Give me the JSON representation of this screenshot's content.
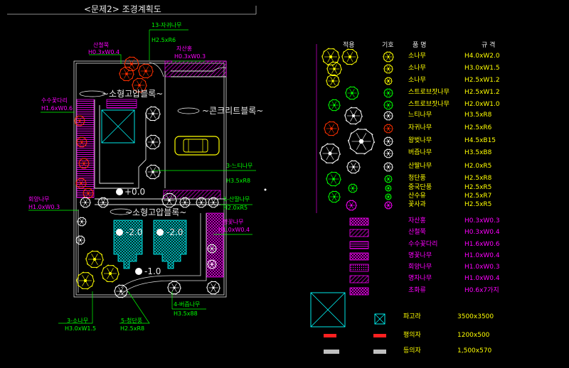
{
  "drawing_title": "<문제2> 조경계획도",
  "plan": {
    "block_top": "~소형고압블록~",
    "block_bottom": "~소형고압블록~",
    "concrete": "~콘크리트블록~",
    "levels": {
      "entrance": "+0.0",
      "left_pit": "-2.0",
      "right_pit": "-2.0",
      "bottom": "-1.0"
    },
    "leaders": [
      {
        "id": "zelkova13",
        "name": "13-자귀나무",
        "spec": "H2.5xR6"
      },
      {
        "id": "sancheol",
        "name": "산철쭉",
        "spec": "H0.3xW0.4"
      },
      {
        "id": "jasan",
        "name": "자산홍",
        "spec": "H0.3xW0.3"
      },
      {
        "id": "susu",
        "name": "수수꽃다리",
        "spec": "H1.6xW0.6"
      },
      {
        "id": "neuti",
        "name": "3-느티나무",
        "spec": "H3.5xR8"
      },
      {
        "id": "sandal",
        "name": "5-산딸나무",
        "spec": "H2.0xR5"
      },
      {
        "id": "hoiyang",
        "name": "회양나무",
        "spec": "H1.0xW0.3"
      },
      {
        "id": "hwangmae",
        "name": "명꽃나무",
        "spec": "H1.0xW0.4"
      },
      {
        "id": "beodeul",
        "name": "4-버즘나무",
        "spec": "H3.5x88"
      },
      {
        "id": "sonamu3",
        "name": "3-소나무",
        "spec": "H3.0xW1.5"
      },
      {
        "id": "cheongdan",
        "name": "5-청단풍",
        "spec": "H2.5xR8"
      }
    ]
  },
  "legend": {
    "headers": {
      "use": "적용",
      "symbol": "기호",
      "name": "품 명",
      "spec": "규 격"
    },
    "trees": [
      {
        "name": "소나무",
        "spec": "H4.0xW2.0"
      },
      {
        "name": "소나무",
        "spec": "H3.0xW1.5"
      },
      {
        "name": "소나무",
        "spec": "H2.5xW1.2"
      },
      {
        "name": "스트로브잣나무",
        "spec": "H2.5xW1.2"
      },
      {
        "name": "스트로브잣나무",
        "spec": "H2.0xW1.0"
      },
      {
        "name": "느티나무",
        "spec": "H3.5xR8"
      },
      {
        "name": "자귀나무",
        "spec": "H2.5xR6"
      },
      {
        "name": "왕벚나무",
        "spec": "H4.5xB15"
      },
      {
        "name": "버즘나무",
        "spec": "H3.5xB8"
      },
      {
        "name": "산딸나무",
        "spec": "H2.0xR5"
      },
      {
        "name": "청단풍",
        "spec": "H2.5xR8"
      },
      {
        "name": "중국단풍",
        "spec": "H2.5xR5"
      },
      {
        "name": "산수유",
        "spec": "H2.5xR7"
      },
      {
        "name": "꽃사과",
        "spec": "H2.5xR5"
      }
    ],
    "shrubs": [
      {
        "name": "자산홍",
        "spec": "H0.3xW0.3"
      },
      {
        "name": "산철쭉",
        "spec": "H0.3xW0.4"
      },
      {
        "name": "수수꽃다리",
        "spec": "H1.6xW0.6"
      },
      {
        "name": "명꽃나무",
        "spec": "H1.0xW0.4"
      },
      {
        "name": "회양나무",
        "spec": "H1.0xW0.3"
      },
      {
        "name": "명자나무",
        "spec": "H1.0xW0.4"
      },
      {
        "name": "초화류",
        "spec": "H0.6x7가지"
      }
    ],
    "facilities": [
      {
        "name": "파고라",
        "spec": "3500x3500"
      },
      {
        "name": "평의자",
        "spec": "1200x500"
      },
      {
        "name": "등의자",
        "spec": "1,500x570"
      }
    ]
  }
}
